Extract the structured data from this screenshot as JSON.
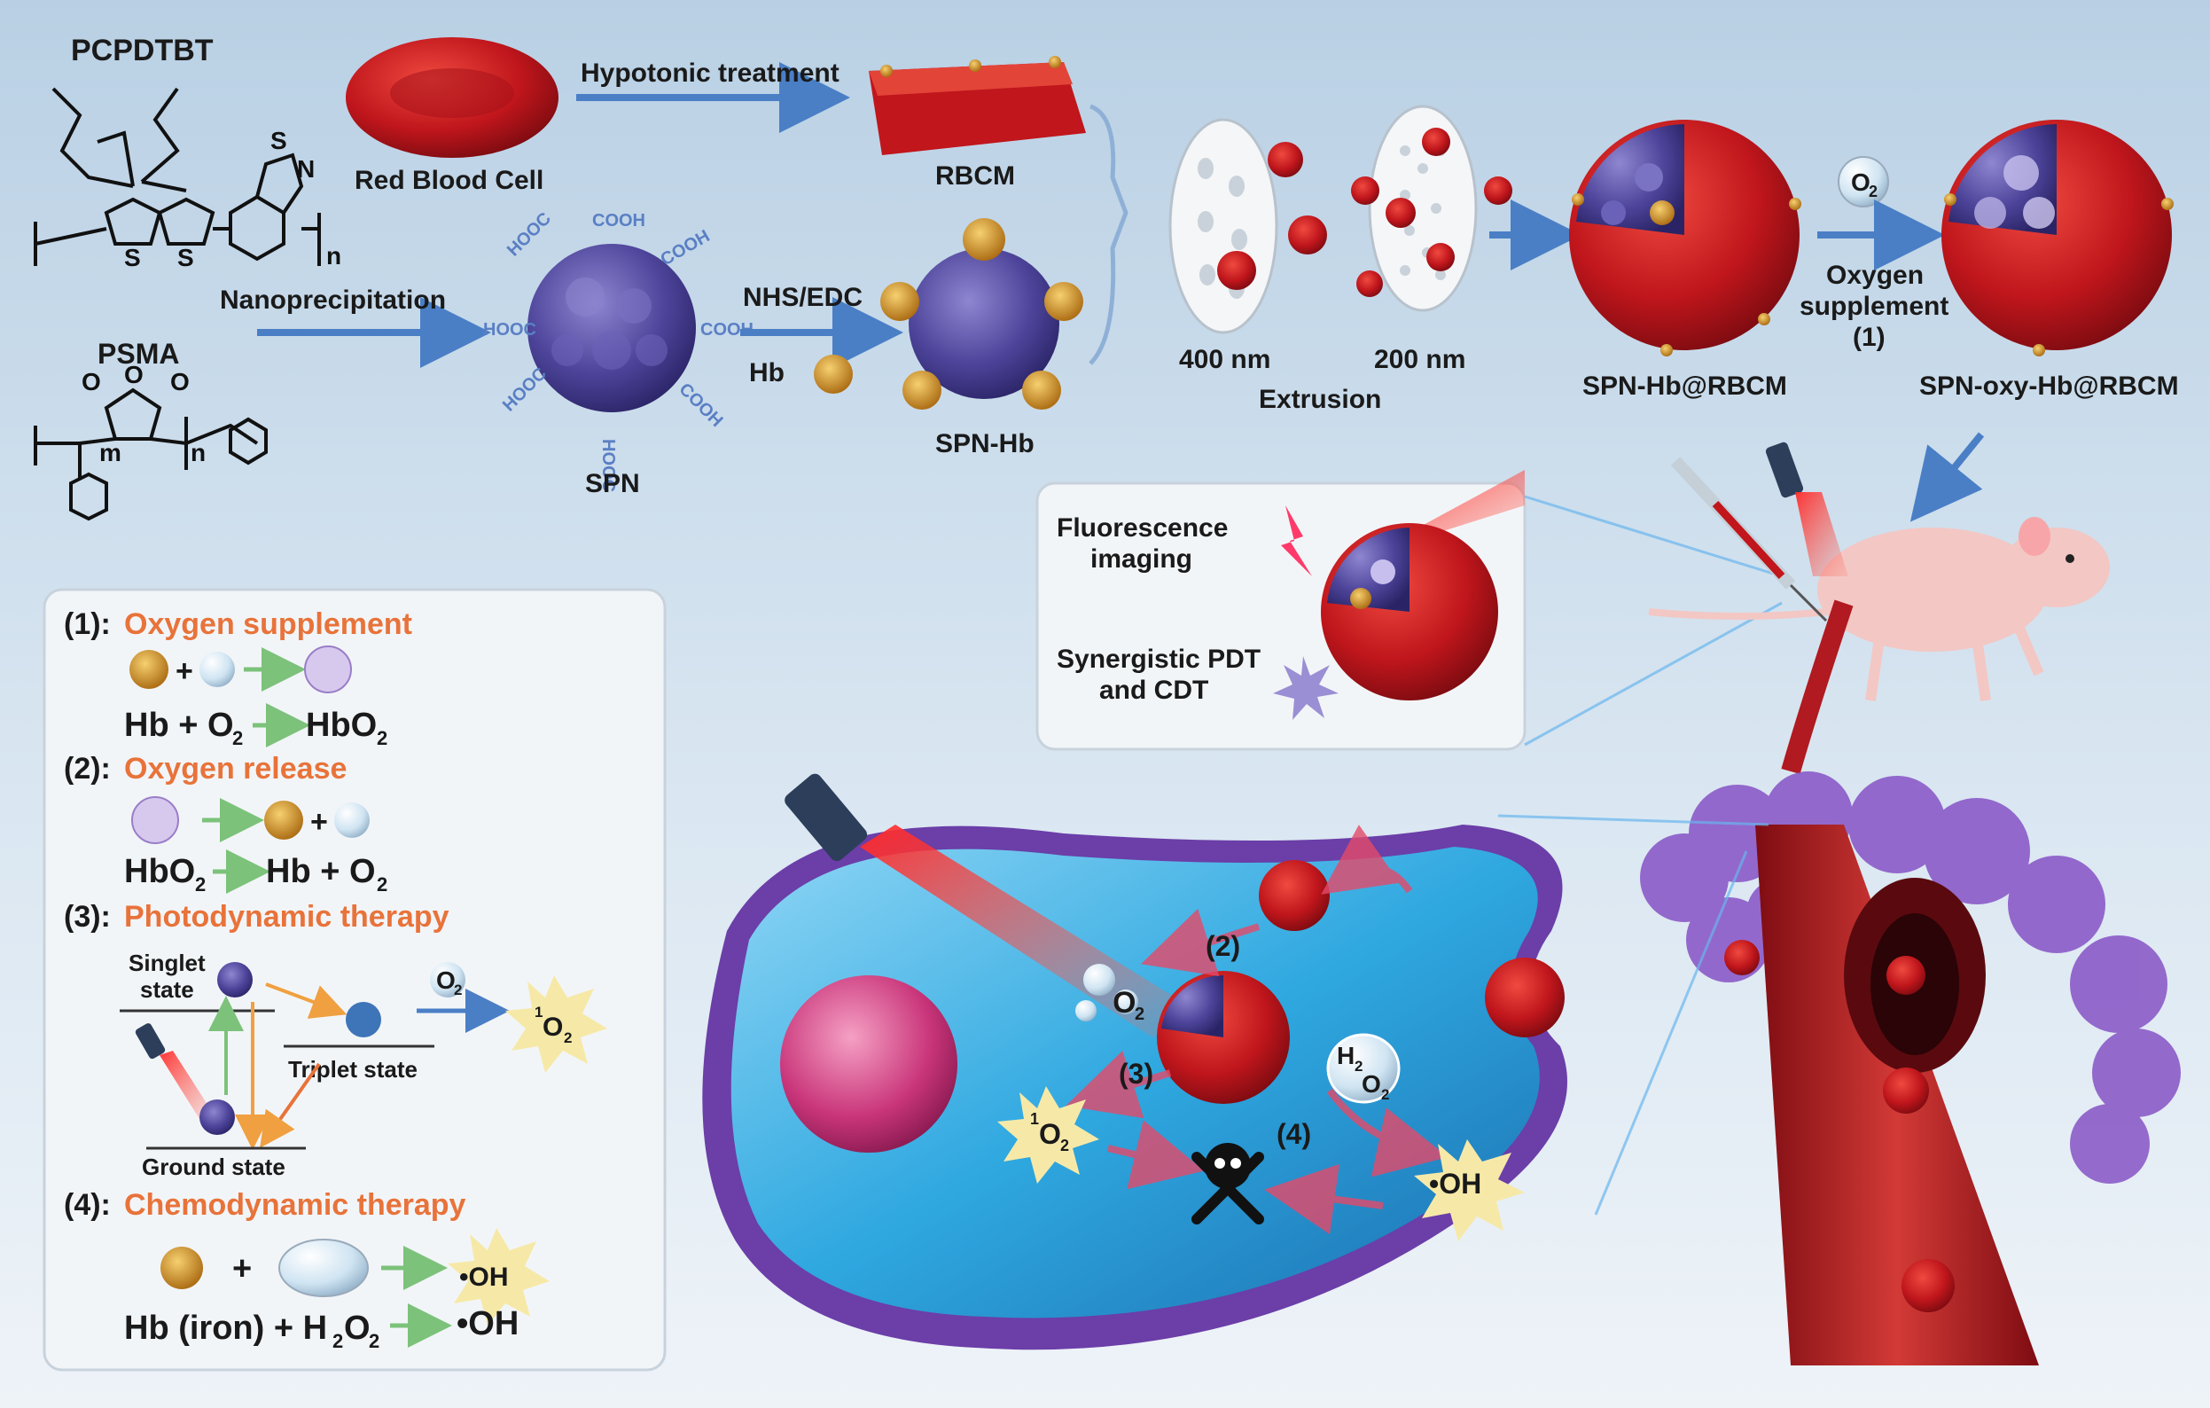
{
  "chemistry": {
    "polymer1": "PCPDTBT",
    "polymer2": "PSMA",
    "subscript_n": "n",
    "subscript_m": "m",
    "atom_s": "S",
    "atom_n": "N",
    "atom_o": "O",
    "cooh": "COOH",
    "hooc": "HOOC"
  },
  "synthesis": {
    "red_blood_cell": "Red Blood Cell",
    "hypotonic": "Hypotonic treatment",
    "rbcm": "RBCM",
    "nanoprecipitation": "Nanoprecipitation",
    "spn": "SPN",
    "nhs_edc": "NHS/EDC",
    "hb": "Hb",
    "spn_hb": "SPN-Hb",
    "pore400": "400 nm",
    "pore200": "200 nm",
    "extrusion": "Extrusion",
    "spn_hb_rbcm": "SPN-Hb@RBCM",
    "o2": "O",
    "o2_sub": "2",
    "oxygen_line1": "Oxygen",
    "oxygen_line2": "supplement",
    "oxygen_num": "(1)",
    "spn_oxy": "SPN-oxy-Hb@RBCM"
  },
  "inset": {
    "fl_line1": "Fluorescence",
    "fl_line2": "imaging",
    "syn_line1": "Synergistic PDT",
    "syn_line2": "and CDT"
  },
  "legend": {
    "s1_num": "(1):",
    "s1_title": "Oxygen supplement",
    "s1_eq": "Hb + O",
    "s1_eq_sub": "2",
    "s1_prod": "HbO",
    "s1_prod_sub": "2",
    "s2_num": "(2):",
    "s2_title": "Oxygen release",
    "s2_eq": "HbO",
    "s2_eq_sub": "2",
    "s2_prod": "Hb + O",
    "s2_prod_sub": "2",
    "s3_num": "(3):",
    "s3_title": "Photodynamic therapy",
    "singlet_line1": "Singlet",
    "singlet_line2": "state",
    "triplet": "Triplet state",
    "ground": "Ground state",
    "o2_text": "O",
    "o2_sub": "2",
    "singlet_o2_sup": "1",
    "singlet_o2": "O",
    "singlet_o2_sub": "2",
    "s4_num": "(4):",
    "s4_title": "Chemodynamic therapy",
    "s4_eq": "Hb (iron) + H",
    "s4_eq_sub": "2",
    "s4_eq_end": "O",
    "s4_eq_sub2": "2",
    "oh_radical": "•OH",
    "plus": "+"
  },
  "cell": {
    "step2": "(2)",
    "step3": "(3)",
    "step4": "(4)",
    "o2": "O",
    "o2_sub": "2",
    "singlet_sup": "1",
    "singlet_o": "O",
    "singlet_sub": "2",
    "h2o2_h": "H",
    "h2o2_sub1": "2",
    "h2o2_o": "O",
    "h2o2_sub2": "2",
    "oh": "•OH"
  },
  "colors": {
    "background_top": "#bdd3e6",
    "background_bottom": "#e9f0f6",
    "rbc_red": "#c0161c",
    "spn_purple": "#5a4e9e",
    "hb_gold": "#d69a2a",
    "orange_title": "#e8733a",
    "cell_blue": "#2fa8e0",
    "membrane_purple": "#7a4fb0",
    "o2_magenta": "#e0157a"
  }
}
